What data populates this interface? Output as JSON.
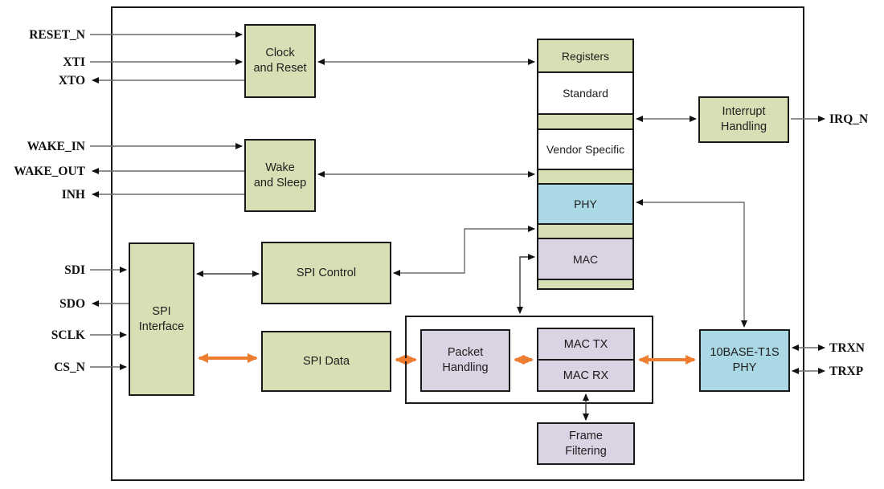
{
  "colors": {
    "block_green": "#d7e0b5",
    "block_blue": "#aad8e4",
    "block_purple": "#d9d3e3",
    "arrow_orange": "#ed7d31",
    "line_gray": "#6b6b6b",
    "ink": "#1a1a1a"
  },
  "pins": {
    "reset_n": "RESET_N",
    "xti": "XTI",
    "xto": "XTO",
    "wake_in": "WAKE_IN",
    "wake_out": "WAKE_OUT",
    "inh": "INH",
    "sdi": "SDI",
    "sdo": "SDO",
    "sclk": "SCLK",
    "cs_n": "CS_N",
    "irq_n": "IRQ_N",
    "trxn": "TRXN",
    "trxp": "TRXP"
  },
  "blocks": {
    "clock_reset": "Clock\nand Reset",
    "wake_sleep": "Wake\nand Sleep",
    "spi_interface": "SPI\nInterface",
    "spi_control": "SPI Control",
    "spi_data": "SPI Data",
    "interrupt_handling": "Interrupt\nHandling",
    "packet_handling": "Packet\nHandling",
    "mac_tx": "MAC TX",
    "mac_rx": "MAC RX",
    "t1s_phy": "10BASE-T1S\nPHY",
    "frame_filtering": "Frame\nFiltering"
  },
  "registers": {
    "header": "Registers",
    "standard": "Standard",
    "vendor_specific": "Vendor Specific",
    "phy": "PHY",
    "mac": "MAC"
  }
}
